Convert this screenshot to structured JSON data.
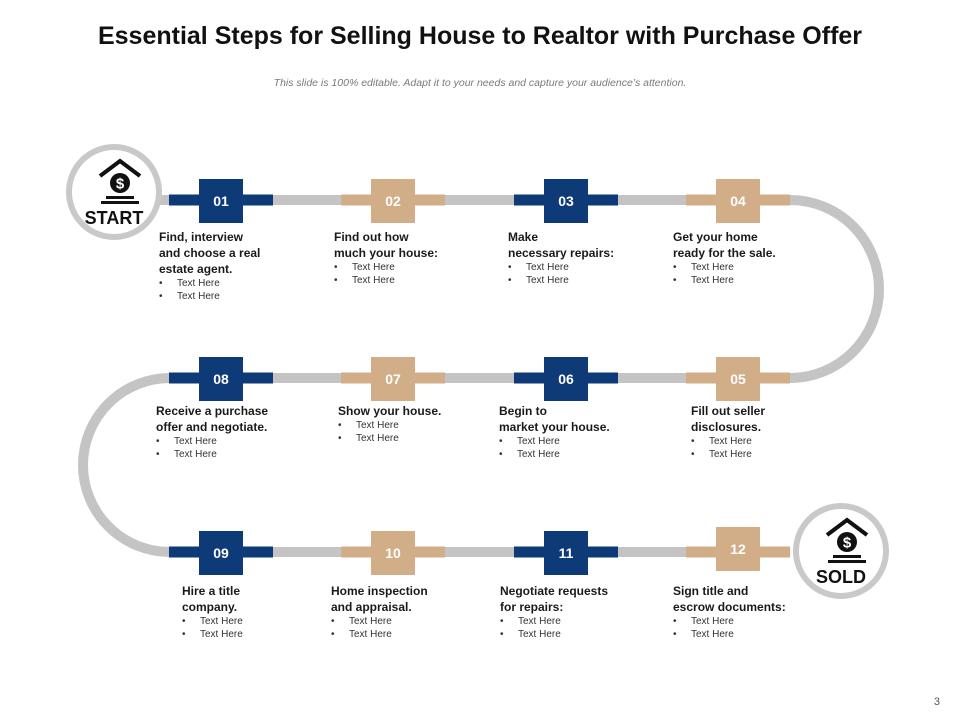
{
  "title": "Essential Steps for Selling House to Realtor with Purchase Offer",
  "subtitle": "This slide is 100% editable. Adapt it to your needs and capture your audience’s attention.",
  "start_label": "START",
  "end_label": "SOLD",
  "page_number": "3",
  "colors": {
    "navy": "#0e3a77",
    "tan": "#d1ad88",
    "track": "#c4c4c4"
  },
  "steps": [
    {
      "num": "01",
      "heading": "Find, interview\nand choose a real\nestate agent.",
      "bullets": [
        "Text Here",
        "Text Here"
      ],
      "color": "navy"
    },
    {
      "num": "02",
      "heading": "Find out how\nmuch your house:",
      "bullets": [
        "Text Here",
        "Text Here"
      ],
      "color": "tan"
    },
    {
      "num": "03",
      "heading": "Make\nnecessary repairs:",
      "bullets": [
        "Text Here",
        "Text Here"
      ],
      "color": "navy"
    },
    {
      "num": "04",
      "heading": "Get your home\nready for the sale.",
      "bullets": [
        "Text Here",
        "Text Here"
      ],
      "color": "tan"
    },
    {
      "num": "05",
      "heading": "Fill out seller\ndisclosures.",
      "bullets": [
        "Text Here",
        "Text Here"
      ],
      "color": "tan"
    },
    {
      "num": "06",
      "heading": "Begin to\nmarket your house.",
      "bullets": [
        "Text Here",
        "Text Here"
      ],
      "color": "navy"
    },
    {
      "num": "07",
      "heading": "Show your house.",
      "bullets": [
        "Text Here",
        "Text Here"
      ],
      "color": "tan"
    },
    {
      "num": "08",
      "heading": "Receive a purchase\noffer and negotiate.",
      "bullets": [
        "Text Here",
        "Text Here"
      ],
      "color": "navy"
    },
    {
      "num": "09",
      "heading": "Hire a title\ncompany.",
      "bullets": [
        "Text Here",
        "Text Here"
      ],
      "color": "navy"
    },
    {
      "num": "10",
      "heading": "Home inspection\nand appraisal.",
      "bullets": [
        "Text Here",
        "Text Here"
      ],
      "color": "tan"
    },
    {
      "num": "11",
      "heading": "Negotiate requests\nfor repairs:",
      "bullets": [
        "Text Here",
        "Text Here"
      ],
      "color": "navy"
    },
    {
      "num": "12",
      "heading": "Sign title and\nescrow documents:",
      "bullets": [
        "Text Here",
        "Text Here"
      ],
      "color": "tan"
    }
  ]
}
